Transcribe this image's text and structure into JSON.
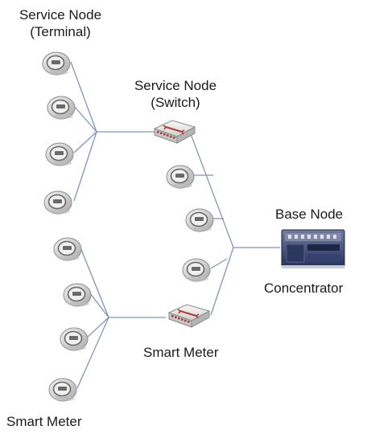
{
  "labels": {
    "terminal_line1": "Service Node",
    "terminal_line2": "(Terminal)",
    "switch_line1": "Service Node",
    "switch_line2": "(Switch)",
    "base_node": "Base Node",
    "concentrator": "Concentrator",
    "smart_meter_mid": "Smart Meter",
    "smart_meter_bottom": "Smart Meter"
  },
  "colors": {
    "wire": "#7f95bf",
    "meter_body": "#d8d8d8",
    "meter_dark": "#6a6a6a",
    "switch_body": "#e6e6e6",
    "switch_port": "#b23a3a",
    "concentrator_body": "#3a4a7a",
    "concentrator_panel": "#8a8fa8"
  }
}
